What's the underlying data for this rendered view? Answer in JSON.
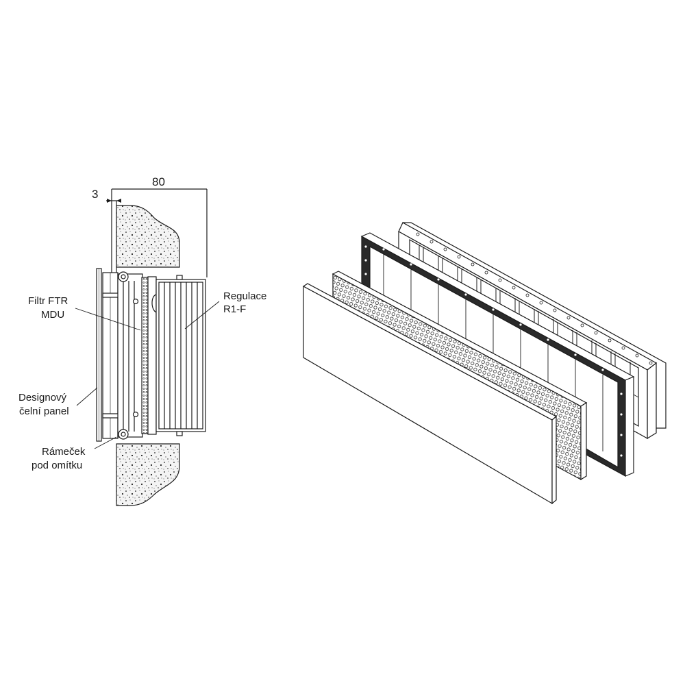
{
  "section": {
    "dimensions": {
      "width_total": "80",
      "panel_offset": "3"
    },
    "labels": {
      "filter": {
        "line1": "Filtr FTR",
        "line2": "MDU"
      },
      "regulation": {
        "line1": "Regulace",
        "line2": "R1-F"
      },
      "panel": {
        "line1": "Designový",
        "line2": "čelní panel"
      },
      "frame": {
        "line1": "Rámeček",
        "line2": "pod omítku"
      }
    }
  },
  "colors": {
    "stroke": "#1a1a1a",
    "concrete": "#f4f4f4",
    "panel_dark": "#2a2a2a"
  }
}
